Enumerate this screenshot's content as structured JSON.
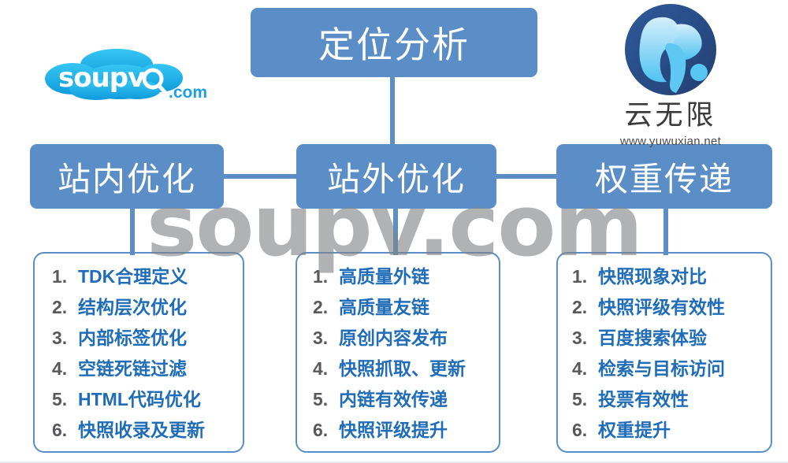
{
  "diagram": {
    "root": {
      "label": "定位分析"
    },
    "branches": [
      {
        "id": "inside",
        "label": "站内优化"
      },
      {
        "id": "outside",
        "label": "站外优化"
      },
      {
        "id": "weight",
        "label": "权重传递"
      }
    ],
    "lists": [
      {
        "for": "站内优化",
        "items": [
          {
            "num": "1.",
            "text": "TDK合理定义"
          },
          {
            "num": "2.",
            "text": "结构层次优化"
          },
          {
            "num": "3.",
            "text": "内部标签优化"
          },
          {
            "num": "4.",
            "text": "空链死链过滤"
          },
          {
            "num": "5.",
            "text": "HTML代码优化"
          },
          {
            "num": "6.",
            "text": "快照收录及更新"
          }
        ]
      },
      {
        "for": "站外优化",
        "items": [
          {
            "num": "1.",
            "text": "高质量外链"
          },
          {
            "num": "2.",
            "text": "高质量友链"
          },
          {
            "num": "3.",
            "text": "原创内容发布"
          },
          {
            "num": "4.",
            "text": "快照抓取、更新"
          },
          {
            "num": "5.",
            "text": "内链有效传递"
          },
          {
            "num": "6.",
            "text": "快照评级提升"
          }
        ]
      },
      {
        "for": "权重传递",
        "items": [
          {
            "num": "1.",
            "text": "快照现象对比"
          },
          {
            "num": "2.",
            "text": "快照评级有效性"
          },
          {
            "num": "3.",
            "text": "百度搜索体验"
          },
          {
            "num": "4.",
            "text": "检索与目标访问"
          },
          {
            "num": "5.",
            "text": "投票有效性"
          },
          {
            "num": "6.",
            "text": "权重提升"
          }
        ]
      }
    ]
  },
  "logos": {
    "left": {
      "name": "soupv-cloud-logo",
      "wordmark": "soupv",
      "suffix": ".com",
      "icon": "cloud-with-magnifier-icon"
    },
    "right": {
      "name": "yuwuxian-logo",
      "icon": "circle-y-mark-icon",
      "brand": "云无限",
      "url": "www.yuwuxian.net"
    }
  },
  "watermark": {
    "text": "soupv.com"
  },
  "colors": {
    "node_fill": "#5b8ec7",
    "node_text": "#ffffff",
    "list_text": "#1f6cb8",
    "list_number": "#59595b",
    "panel_border": "#5b8ec7",
    "watermark": "#808284",
    "logo_cloud": "#2bb6ef",
    "logo_circle": "#2e4f86"
  }
}
